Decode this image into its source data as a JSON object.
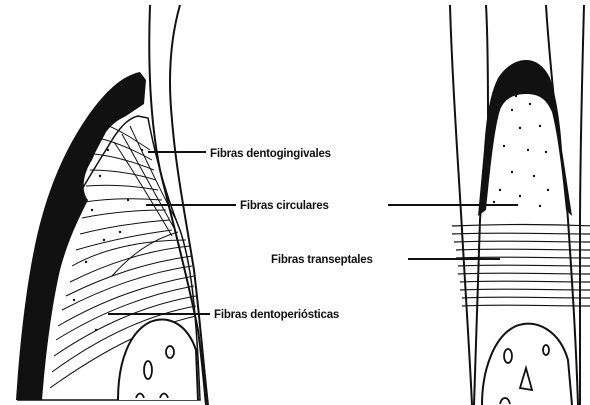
{
  "labels": {
    "dentogingival": "Fibras dentogingivales",
    "circular": "Fibras circulares",
    "transseptal": "Fibras transeptales",
    "dentoperiosteal": "Fibras dentoperiósticas"
  },
  "colors": {
    "ink": "#111111",
    "background": "#ffffff"
  }
}
